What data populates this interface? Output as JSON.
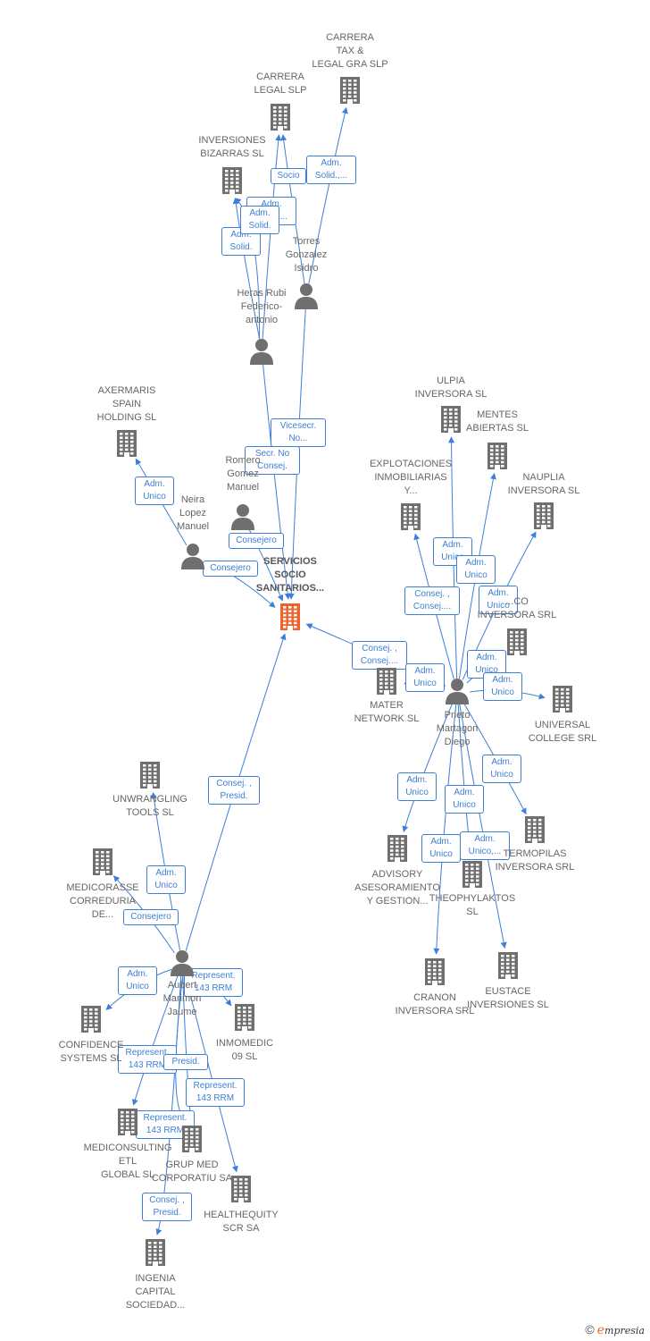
{
  "colors": {
    "company": "#6f6f6f",
    "main": "#f0622d",
    "person": "#6f6f6f",
    "edge": "#3d7fd6"
  },
  "nodes": [
    {
      "id": "carrera_tax",
      "type": "company",
      "label": "CARRERA\nTAX &\nLEGAL GRA  SLP"
    },
    {
      "id": "carrera_legal",
      "type": "company",
      "label": "CARRERA\nLEGAL  SLP"
    },
    {
      "id": "inversiones_bizarras",
      "type": "company",
      "label": "INVERSIONES\nBIZARRAS  SL"
    },
    {
      "id": "torres",
      "type": "person",
      "label": "Torres\nGonzalez\nIsidro"
    },
    {
      "id": "heras",
      "type": "person",
      "label": "Heras Rubi\nFederico-\nantonio"
    },
    {
      "id": "axermaris",
      "type": "company",
      "label": "AXERMARIS\nSPAIN\nHOLDING  SL"
    },
    {
      "id": "romero",
      "type": "person",
      "label": "Romero\nGomez\nManuel"
    },
    {
      "id": "neira",
      "type": "person",
      "label": "Neira\nLopez\nManuel"
    },
    {
      "id": "servicios",
      "type": "main",
      "label": "SERVICIOS\nSOCIO\nSANITARIOS..."
    },
    {
      "id": "ulpia",
      "type": "company",
      "label": "ULPIA\nINVERSORA SL"
    },
    {
      "id": "mentes",
      "type": "company",
      "label": "MENTES\nABIERTAS  SL"
    },
    {
      "id": "explotaciones",
      "type": "company",
      "label": "EXPLOTACIONES\nINMOBILIARIAS\nY..."
    },
    {
      "id": "nauplia",
      "type": "company",
      "label": "NAUPLIA\nINVERSORA SL"
    },
    {
      "id": "co_inversora",
      "type": "company",
      "label": "...CO\nINVERSORA SRL"
    },
    {
      "id": "mater",
      "type": "company",
      "label": "MATER\nNETWORK  SL"
    },
    {
      "id": "prieto",
      "type": "person",
      "label": "Prieto\nMartagon\nDiego"
    },
    {
      "id": "universal",
      "type": "company",
      "label": "UNIVERSAL\nCOLLEGE SRL"
    },
    {
      "id": "unwrangling",
      "type": "company",
      "label": "UNWRANGLING\nTOOLS  SL"
    },
    {
      "id": "medicorasse",
      "type": "company",
      "label": "MEDICORASSE\nCORREDURIA\nDE..."
    },
    {
      "id": "advisory",
      "type": "company",
      "label": "ADVISORY\nASESORAMIENTO\nY GESTION..."
    },
    {
      "id": "theophylaktos",
      "type": "company",
      "label": "THEOPHYLAKTOS\nSL"
    },
    {
      "id": "termopilas",
      "type": "company",
      "label": "TERMOPILAS\nINVERSORA SRL"
    },
    {
      "id": "aubert",
      "type": "person",
      "label": "Aubert\nMarimon\nJaume"
    },
    {
      "id": "cranon",
      "type": "company",
      "label": "CRANON\nINVERSORA SRL"
    },
    {
      "id": "eustace",
      "type": "company",
      "label": "EUSTACE\nINVERSIONES SL"
    },
    {
      "id": "confidence",
      "type": "company",
      "label": "CONFIDENCE\nSYSTEMS SL"
    },
    {
      "id": "inmomedic",
      "type": "company",
      "label": "INMOMEDIC\n09 SL"
    },
    {
      "id": "mediconsulting",
      "type": "company",
      "label": "MEDICONSULTING\nETL\nGLOBAL  SL"
    },
    {
      "id": "grup_med",
      "type": "company",
      "label": "GRUP MED\nCORPORATIU SA"
    },
    {
      "id": "healthequity",
      "type": "company",
      "label": "HEALTHEQUITY\nSCR SA"
    },
    {
      "id": "ingenia",
      "type": "company",
      "label": "INGENIA\nCAPITAL\nSOCIEDAD..."
    }
  ],
  "edges": [
    {
      "from": "torres",
      "to": "carrera_tax",
      "label": "Adm.\nSolid.,..."
    },
    {
      "from": "torres",
      "to": "carrera_legal",
      "label": "Socio"
    },
    {
      "from": "heras",
      "to": "carrera_legal",
      "label": "Adm.\nSolid.,..."
    },
    {
      "from": "heras",
      "to": "inversiones_bizarras",
      "label": "Adm.\nSolid."
    },
    {
      "from": "heras",
      "to": "inversiones_bizarras",
      "label": "Adm.\nSolid."
    },
    {
      "from": "torres",
      "to": "servicios",
      "label": "Vicesecr.\nNo..."
    },
    {
      "from": "heras",
      "to": "servicios",
      "label": "Secr.  No\nConsej."
    },
    {
      "from": "neira",
      "to": "axermaris",
      "label": "Adm.\nUnico"
    },
    {
      "from": "romero",
      "to": "servicios",
      "label": "Consejero"
    },
    {
      "from": "neira",
      "to": "servicios",
      "label": "Consejero"
    },
    {
      "from": "prieto",
      "to": "ulpia",
      "label": "Adm.\nUnico"
    },
    {
      "from": "prieto",
      "to": "mentes",
      "label": "Adm.\nUnico"
    },
    {
      "from": "prieto",
      "to": "explotaciones",
      "label": "Consej. ,\nConsej...."
    },
    {
      "from": "prieto",
      "to": "nauplia",
      "label": "Adm.\nUnico"
    },
    {
      "from": "prieto",
      "to": "servicios",
      "label": "Consej. ,\nConsej...."
    },
    {
      "from": "prieto",
      "to": "mater",
      "label": "Adm.\nUnico"
    },
    {
      "from": "prieto",
      "to": "co_inversora",
      "label": "Adm.\nUnico"
    },
    {
      "from": "prieto",
      "to": "universal",
      "label": "Adm.\nUnico"
    },
    {
      "from": "prieto",
      "to": "termopilas",
      "label": "Adm.\nUnico"
    },
    {
      "from": "prieto",
      "to": "advisory",
      "label": "Adm.\nUnico"
    },
    {
      "from": "prieto",
      "to": "theophylaktos",
      "label": "Adm.\nUnico"
    },
    {
      "from": "prieto",
      "to": "cranon",
      "label": "Adm.\nUnico"
    },
    {
      "from": "prieto",
      "to": "eustace",
      "label": "Adm.\nUnico,..."
    },
    {
      "from": "aubert",
      "to": "servicios",
      "label": "Consej. ,\nPresid."
    },
    {
      "from": "aubert",
      "to": "unwrangling",
      "label": "Adm.\nUnico"
    },
    {
      "from": "aubert",
      "to": "medicorasse",
      "label": "Consejero"
    },
    {
      "from": "aubert",
      "to": "confidence",
      "label": "Adm.\nUnico"
    },
    {
      "from": "aubert",
      "to": "inmomedic",
      "label": "Represent.\n143 RRM"
    },
    {
      "from": "aubert",
      "to": "mediconsulting",
      "label": "Represent.\n143 RRM"
    },
    {
      "from": "aubert",
      "to": "grup_med",
      "label": "Presid."
    },
    {
      "from": "aubert",
      "to": "healthequity",
      "label": "Represent.\n143 RRM"
    },
    {
      "from": "aubert",
      "to": "grup_med",
      "label": "Represent.\n143 RRM"
    },
    {
      "from": "aubert",
      "to": "ingenia",
      "label": "Consej. ,\nPresid."
    }
  ],
  "watermark": {
    "symbol": "©",
    "brand_initial": "e",
    "brand_rest": "mpresia"
  }
}
